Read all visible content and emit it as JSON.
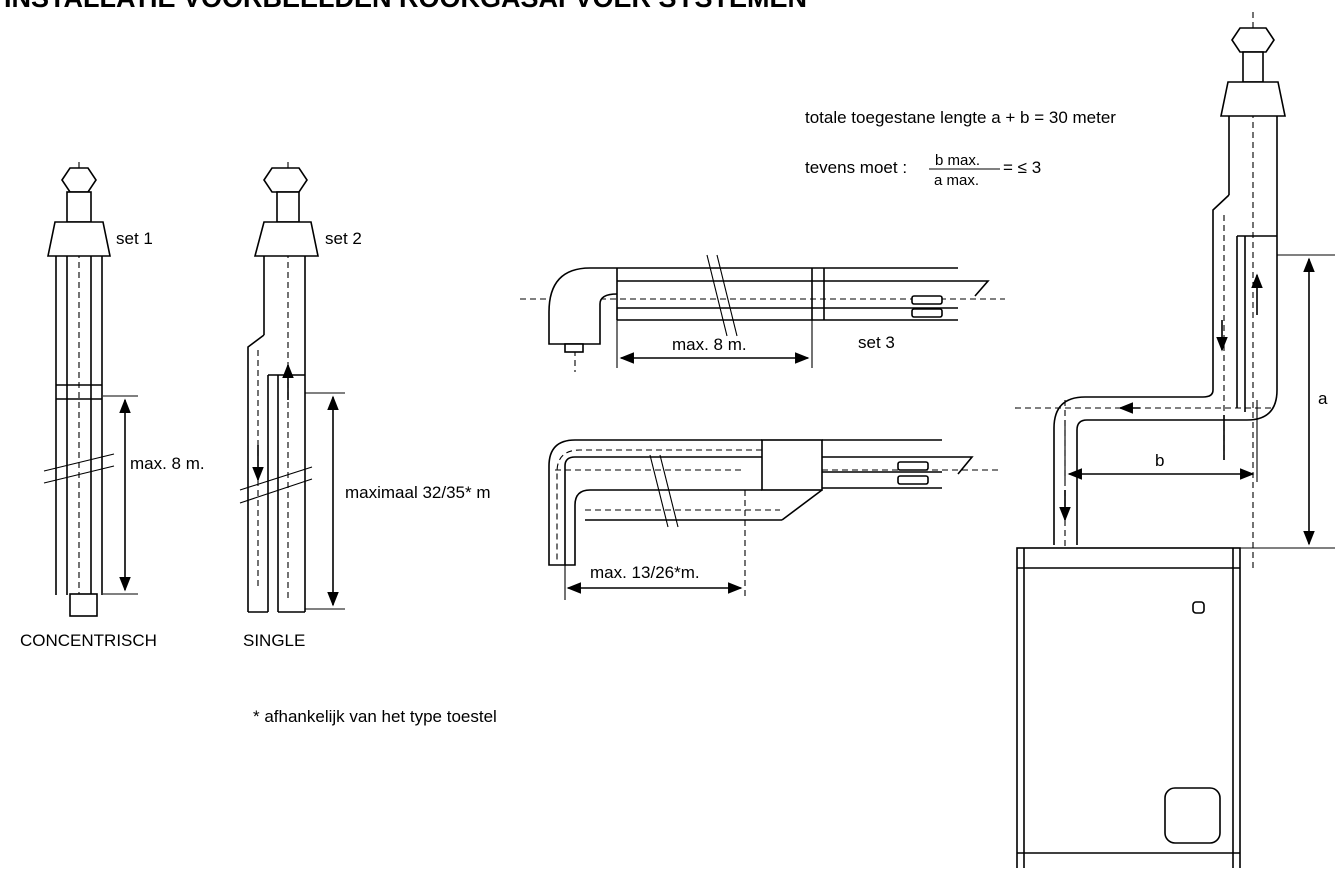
{
  "title": "INSTALLATIE VOORBEELDEN ROOKGASAFVOER SYSTEMEN",
  "concentric": {
    "set_label": "set 1",
    "dim_label": "max. 8 m.",
    "caption": "CONCENTRISCH"
  },
  "single": {
    "set_label": "set 2",
    "dim_label": "maximaal 32/35* m",
    "caption": "SINGLE"
  },
  "horizontal_concentric": {
    "dim_label": "max. 8 m.",
    "set_label": "set 3"
  },
  "horizontal_single": {
    "dim_label": "max. 13/26*m."
  },
  "boiler": {
    "rule_total": "totale toegestane lengte a + b = 30 meter",
    "rule_ratio_prefix": "tevens moet :",
    "rule_ratio_num": "b max.",
    "rule_ratio_den": "a max.",
    "rule_ratio_suffix": "= ≤ 3",
    "dim_a": "a",
    "dim_b": "b"
  },
  "footnote": "* afhankelijk van het type toestel"
}
